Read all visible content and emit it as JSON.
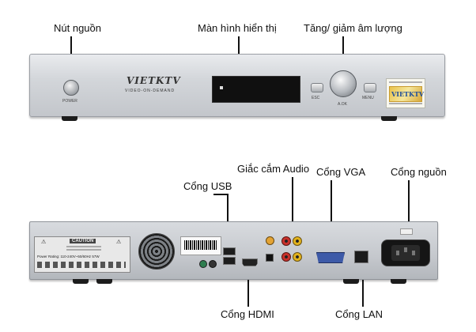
{
  "callouts": {
    "power_button": "Nút nguồn",
    "display_screen": "Màn hình hiển thị",
    "volume": "Tăng/ giảm âm lượng",
    "usb_port": "Cổng USB",
    "audio_jack": "Giắc cắm Audio",
    "vga_port": "Cổng VGA",
    "power_port": "Cổng nguồn",
    "hdmi_port": "Cổng HDMI",
    "lan_port": "Cổng LAN"
  },
  "front_panel": {
    "brand": "VIETKTV",
    "tagline": "VIDEO-ON-DEMAND",
    "power_label": "POWER",
    "esc_label": "ESC",
    "menu_label": "MENU",
    "knob_label": "A.OK",
    "sticker_brand": "VIETKTV"
  },
  "rear_panel": {
    "caution_title": "CAUTION",
    "power_rating": "Power Rating: 110-240V~50/60Hz 57W"
  },
  "colors": {
    "panel": "#d3d6da",
    "display": "#101010",
    "audio_red": "#c8312b",
    "audio_yellow": "#e2b21c",
    "vga_blue": "#3d5aa8"
  }
}
